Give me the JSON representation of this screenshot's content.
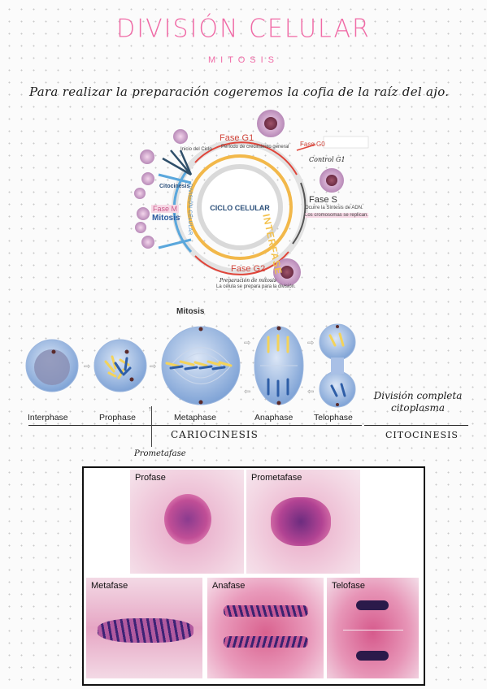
{
  "header": {
    "title": "DIVISIÓN CELULAR",
    "subtitle": "MITOSIS"
  },
  "intro": "Para realizar la preparación cogeremos la cofia de la raíz del ajo.",
  "cycle": {
    "center": "CICLO CELULAR",
    "interfase": "INTERFASE",
    "division": "DIVISIÓN CELULAR",
    "g1_title": "Fase G1",
    "g1_desc": "Período de crecimiento general",
    "g0": "Fase G0",
    "g0_note": "Control G1",
    "s_title": "Fase S",
    "s_desc1": "Ocurre la Síntesis de ADN.",
    "s_desc2": "Los cromosomas se replican.",
    "g2_title": "Fase G2",
    "g2_hand": "Preparación de mitosis",
    "g2_desc": "La célula se prepara para la división.",
    "m_title": "Fase M",
    "m_sub": "Mitosis",
    "inicio": "Inicio del Ciclo",
    "citocinesis": "Citocinesis"
  },
  "mitosis": {
    "title": "Mitosis",
    "stages": [
      "Interphase",
      "Prophase",
      "Metaphase",
      "Anaphase",
      "Telophase"
    ],
    "cariocinesis": "CARIOCINESIS",
    "citocinesis": "CITOCINESIS",
    "division_completa_1": "División completa",
    "division_completa_2": "citoplasma",
    "prometafase": "Prometafase"
  },
  "photos": {
    "profase": "Profase",
    "prometafase": "Prometafase",
    "metafase": "Metafase",
    "anafase": "Anafase",
    "telofase": "Telofase"
  },
  "colors": {
    "pink": "#f06aa6",
    "blue_cell": "#8fb3e0",
    "nucleus": "#7c5a86",
    "chromo_yellow": "#f3d35b",
    "chromo_blue": "#2e5ea7",
    "stain_pink": "#e58ab0",
    "stain_purple": "#3b2370"
  }
}
